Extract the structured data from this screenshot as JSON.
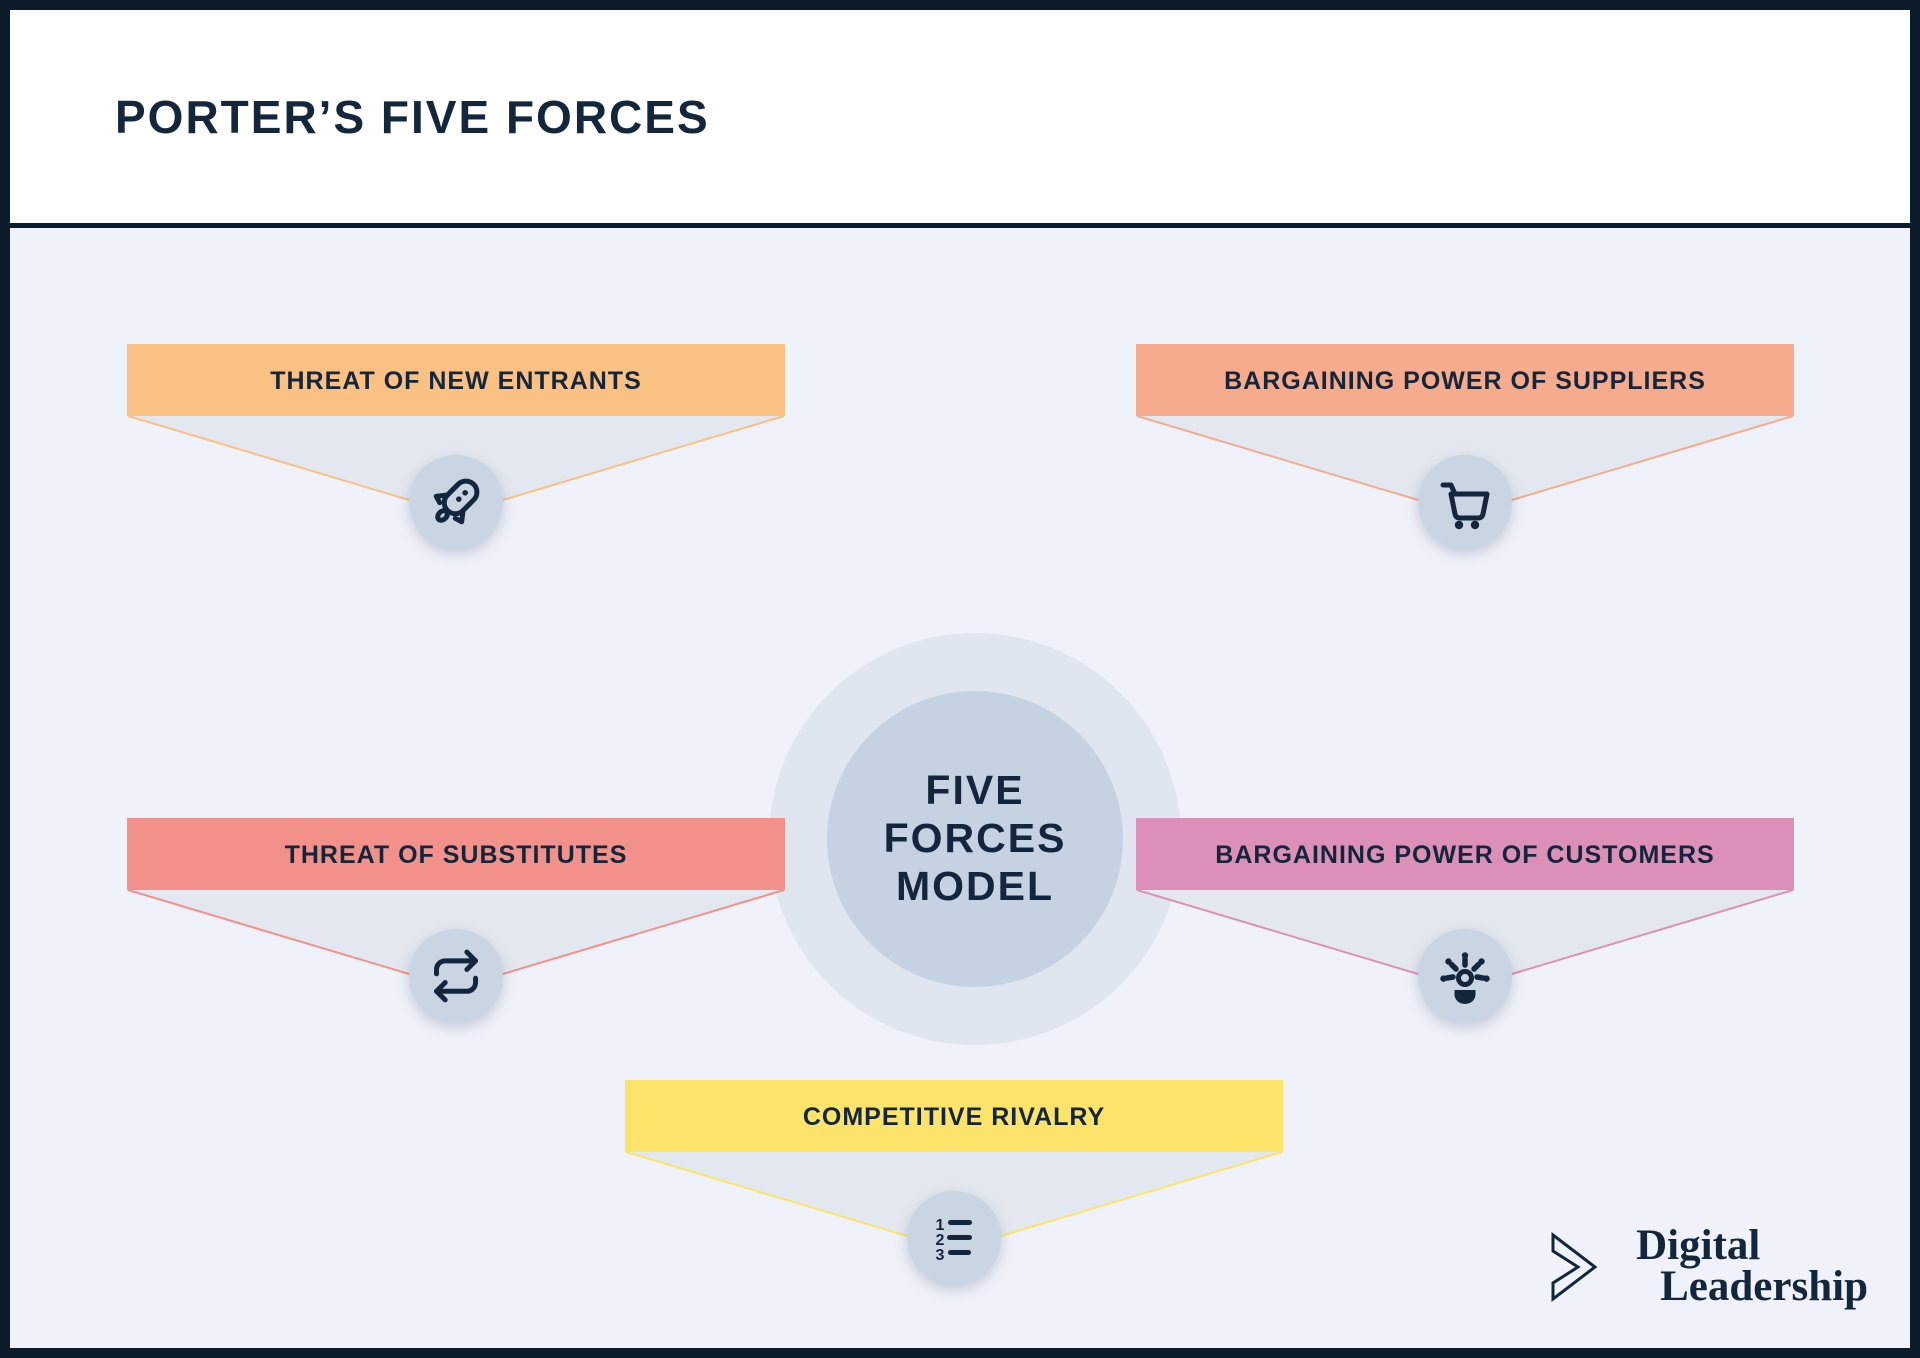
{
  "title": "PORTER’S FIVE FORCES",
  "center": {
    "lines": [
      "FIVE",
      "FORCES",
      "MODEL"
    ]
  },
  "forces": [
    {
      "label": "THREAT OF NEW ENTRANTS",
      "color": "#FBC183",
      "icon": "rocket-icon"
    },
    {
      "label": "BARGAINING POWER OF SUPPLIERS",
      "color": "#F6AB8C",
      "icon": "shopping-cart-icon"
    },
    {
      "label": "THREAT OF SUBSTITUTES",
      "color": "#F2918A",
      "icon": "repeat-icon"
    },
    {
      "label": "BARGAINING POWER OF CUSTOMERS",
      "color": "#DC90B7",
      "icon": "customer-influence-icon"
    },
    {
      "label": "COMPETITIVE RIVALRY",
      "color": "#FBE469",
      "icon": "numbered-list-icon"
    }
  ],
  "logo": {
    "line1": "Digital",
    "line2": "Leadership"
  },
  "colors": {
    "frame_border": "#0C1B29",
    "header_background": "#FFFFFF",
    "body_background": "#EFF2FA",
    "funnel_fill": "#E3E8F0",
    "bubble_fill": "#C9D5E3",
    "center_outer": "#E0E6EF",
    "center_inner": "#C5D2E1",
    "text_navy": "#13263C"
  }
}
